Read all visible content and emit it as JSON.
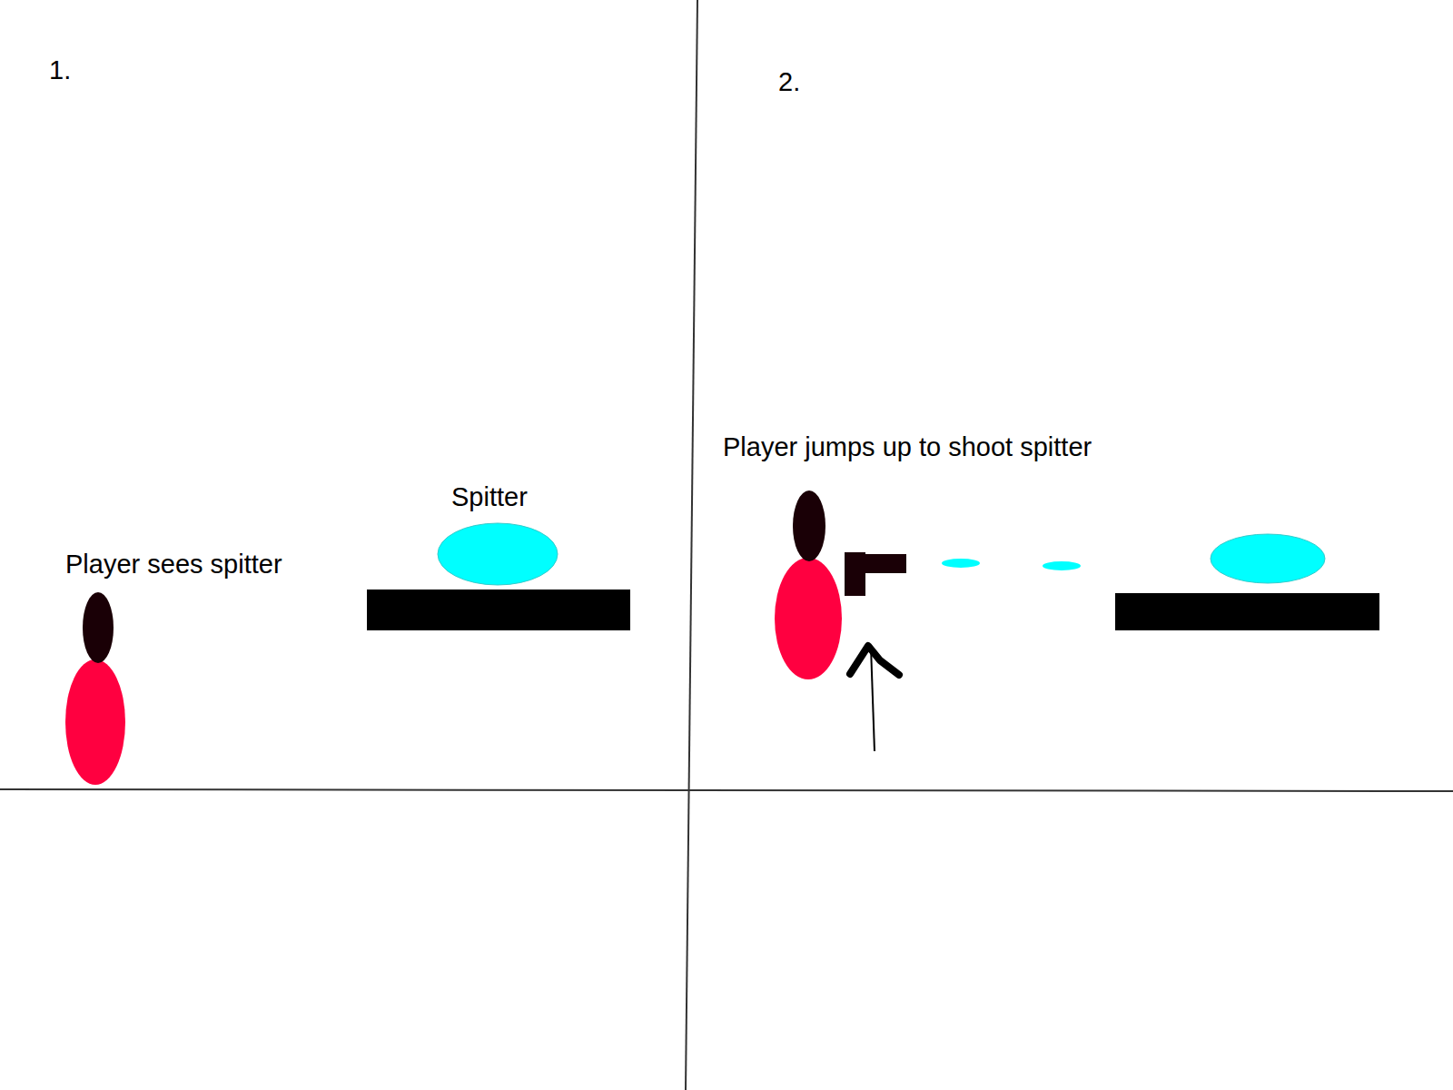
{
  "diagram": {
    "labels": [
      "1.",
      "2.",
      "Spitter",
      "Player sees spitter",
      "Player jumps up to shoot spitter"
    ]
  }
}
